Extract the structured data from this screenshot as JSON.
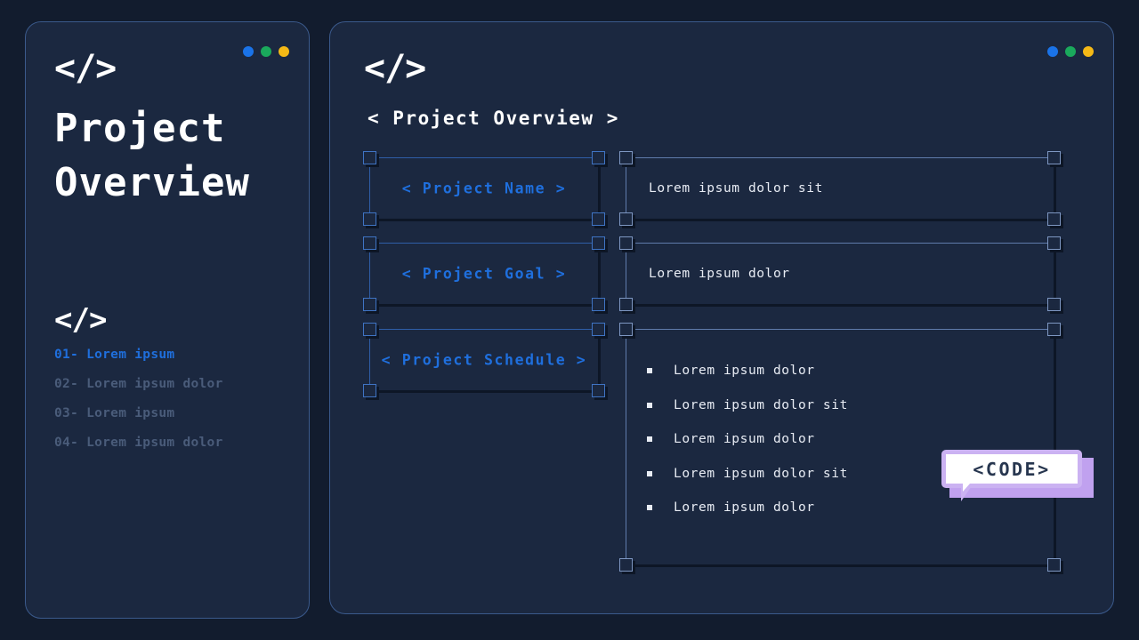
{
  "theme": {
    "page_background": "#121c2e",
    "panel_background": "#1b2840",
    "panel_border": "#3b5a8c",
    "accent_blue": "#1f6fdd",
    "frame_blue": "#2f5ea8",
    "frame_light": "#5f7bab",
    "text_primary": "#ffffff",
    "text_muted": "#4a5c7a",
    "badge_border": "#cbb2f2",
    "badge_shadow": "#c0a1ef",
    "badge_text": "#27364f",
    "shadow_dark": "#0d1626"
  },
  "sidebar": {
    "logo": "</>",
    "window_dots": [
      {
        "name": "dot-blue",
        "color": "#1a73e8"
      },
      {
        "name": "dot-green",
        "color": "#1aa95c"
      },
      {
        "name": "dot-yellow",
        "color": "#f5b916"
      }
    ],
    "title_lines": [
      "Project",
      "Overview"
    ],
    "list_logo": "</>",
    "items": [
      {
        "num": "01-",
        "label": "Lorem ipsum",
        "active": true
      },
      {
        "num": "02-",
        "label": "Lorem ipsum dolor",
        "active": false
      },
      {
        "num": "03-",
        "label": "Lorem ipsum",
        "active": false
      },
      {
        "num": "04-",
        "label": "Lorem ipsum dolor",
        "active": false
      }
    ]
  },
  "main": {
    "logo": "</>",
    "window_dots": [
      {
        "name": "dot-blue",
        "color": "#1a73e8"
      },
      {
        "name": "dot-green",
        "color": "#1aa95c"
      },
      {
        "name": "dot-yellow",
        "color": "#f5b916"
      }
    ],
    "header": "< Project Overview >",
    "rows": [
      {
        "label": "< Project Name >",
        "content_type": "text",
        "content": "Lorem ipsum dolor sit"
      },
      {
        "label": "< Project Goal >",
        "content_type": "text",
        "content": "Lorem ipsum dolor"
      },
      {
        "label": "< Project Schedule >",
        "content_type": "list",
        "bullets": [
          "Lorem ipsum dolor",
          "Lorem ipsum dolor sit",
          "Lorem ipsum dolor",
          "Lorem ipsum dolor sit",
          "Lorem ipsum dolor"
        ]
      }
    ],
    "badge": {
      "text": "<CODE>"
    }
  }
}
